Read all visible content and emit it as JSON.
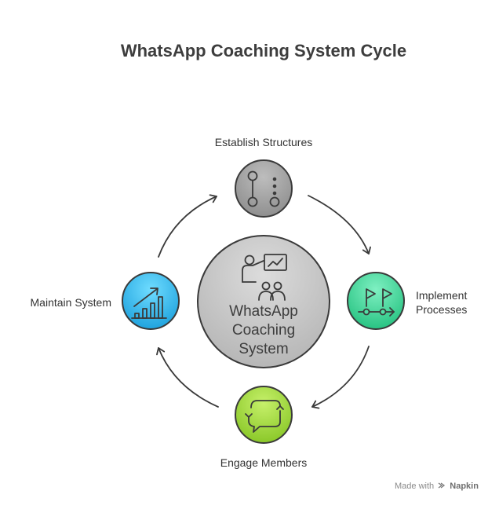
{
  "title": "WhatsApp Coaching System Cycle",
  "center": {
    "lines": [
      "WhatsApp",
      "Coaching",
      "System"
    ],
    "icon": "presenter-audience-icon",
    "color": "#c4c4c4"
  },
  "steps": [
    {
      "label": "Establish Structures",
      "icon": "structure-nodes-icon",
      "color": "#9e9e9e"
    },
    {
      "label_lines": [
        "Implement",
        "Processes"
      ],
      "icon": "flags-process-icon",
      "color": "#34d399"
    },
    {
      "label": "Engage Members",
      "icon": "chat-refresh-icon",
      "color": "#9ad43a"
    },
    {
      "label": "Maintain System",
      "icon": "growth-chart-icon",
      "color": "#22b8e8"
    }
  ],
  "footer": {
    "made_with": "Made with",
    "brand": "Napkin"
  }
}
